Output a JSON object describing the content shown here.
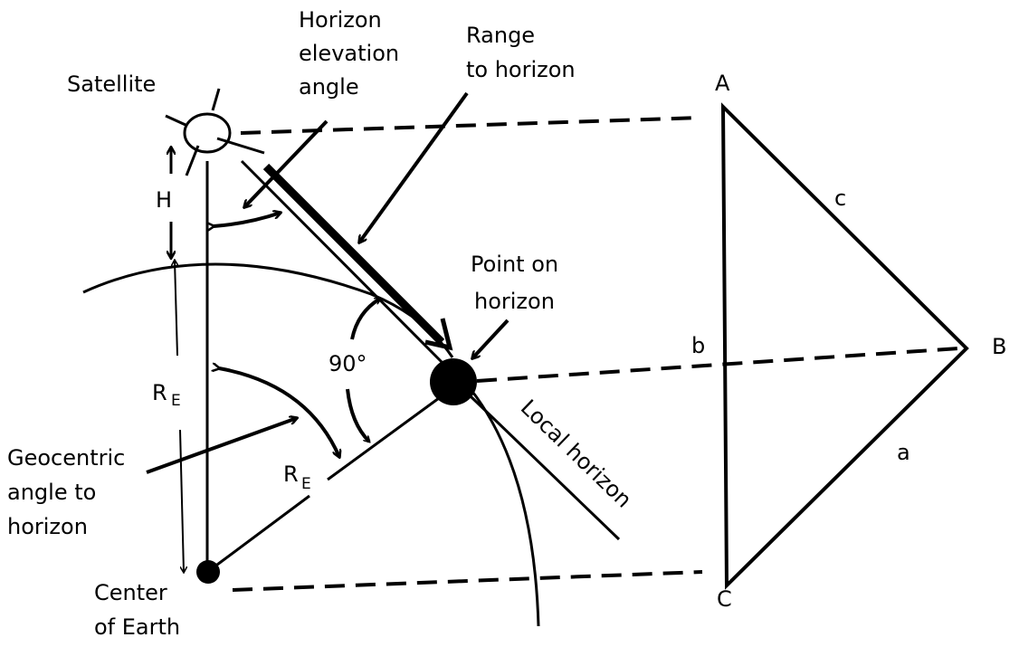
{
  "diagram": {
    "title": "Satellite horizon geometry",
    "colors": {
      "ink": "#000000",
      "background": "#ffffff"
    },
    "labels": {
      "satellite": "Satellite",
      "horizon_elevation_angle": [
        "Horizon",
        "elevation",
        "angle"
      ],
      "range_to_horizon": [
        "Range",
        "to horizon"
      ],
      "point_on_horizon": [
        "Point on",
        "horizon"
      ],
      "height": "H",
      "earth_radius_main": "R",
      "earth_radius_sub": "E",
      "right_angle": "90°",
      "geocentric_angle": [
        "Geocentric",
        "angle to",
        "horizon"
      ],
      "center_of_earth": [
        "Center",
        "of Earth"
      ],
      "local_horizon": "Local horizon"
    },
    "triangle": {
      "vertices": {
        "A": "A",
        "B": "B",
        "C": "C"
      },
      "sides": {
        "a": "a",
        "b": "b",
        "c": "c"
      }
    }
  }
}
